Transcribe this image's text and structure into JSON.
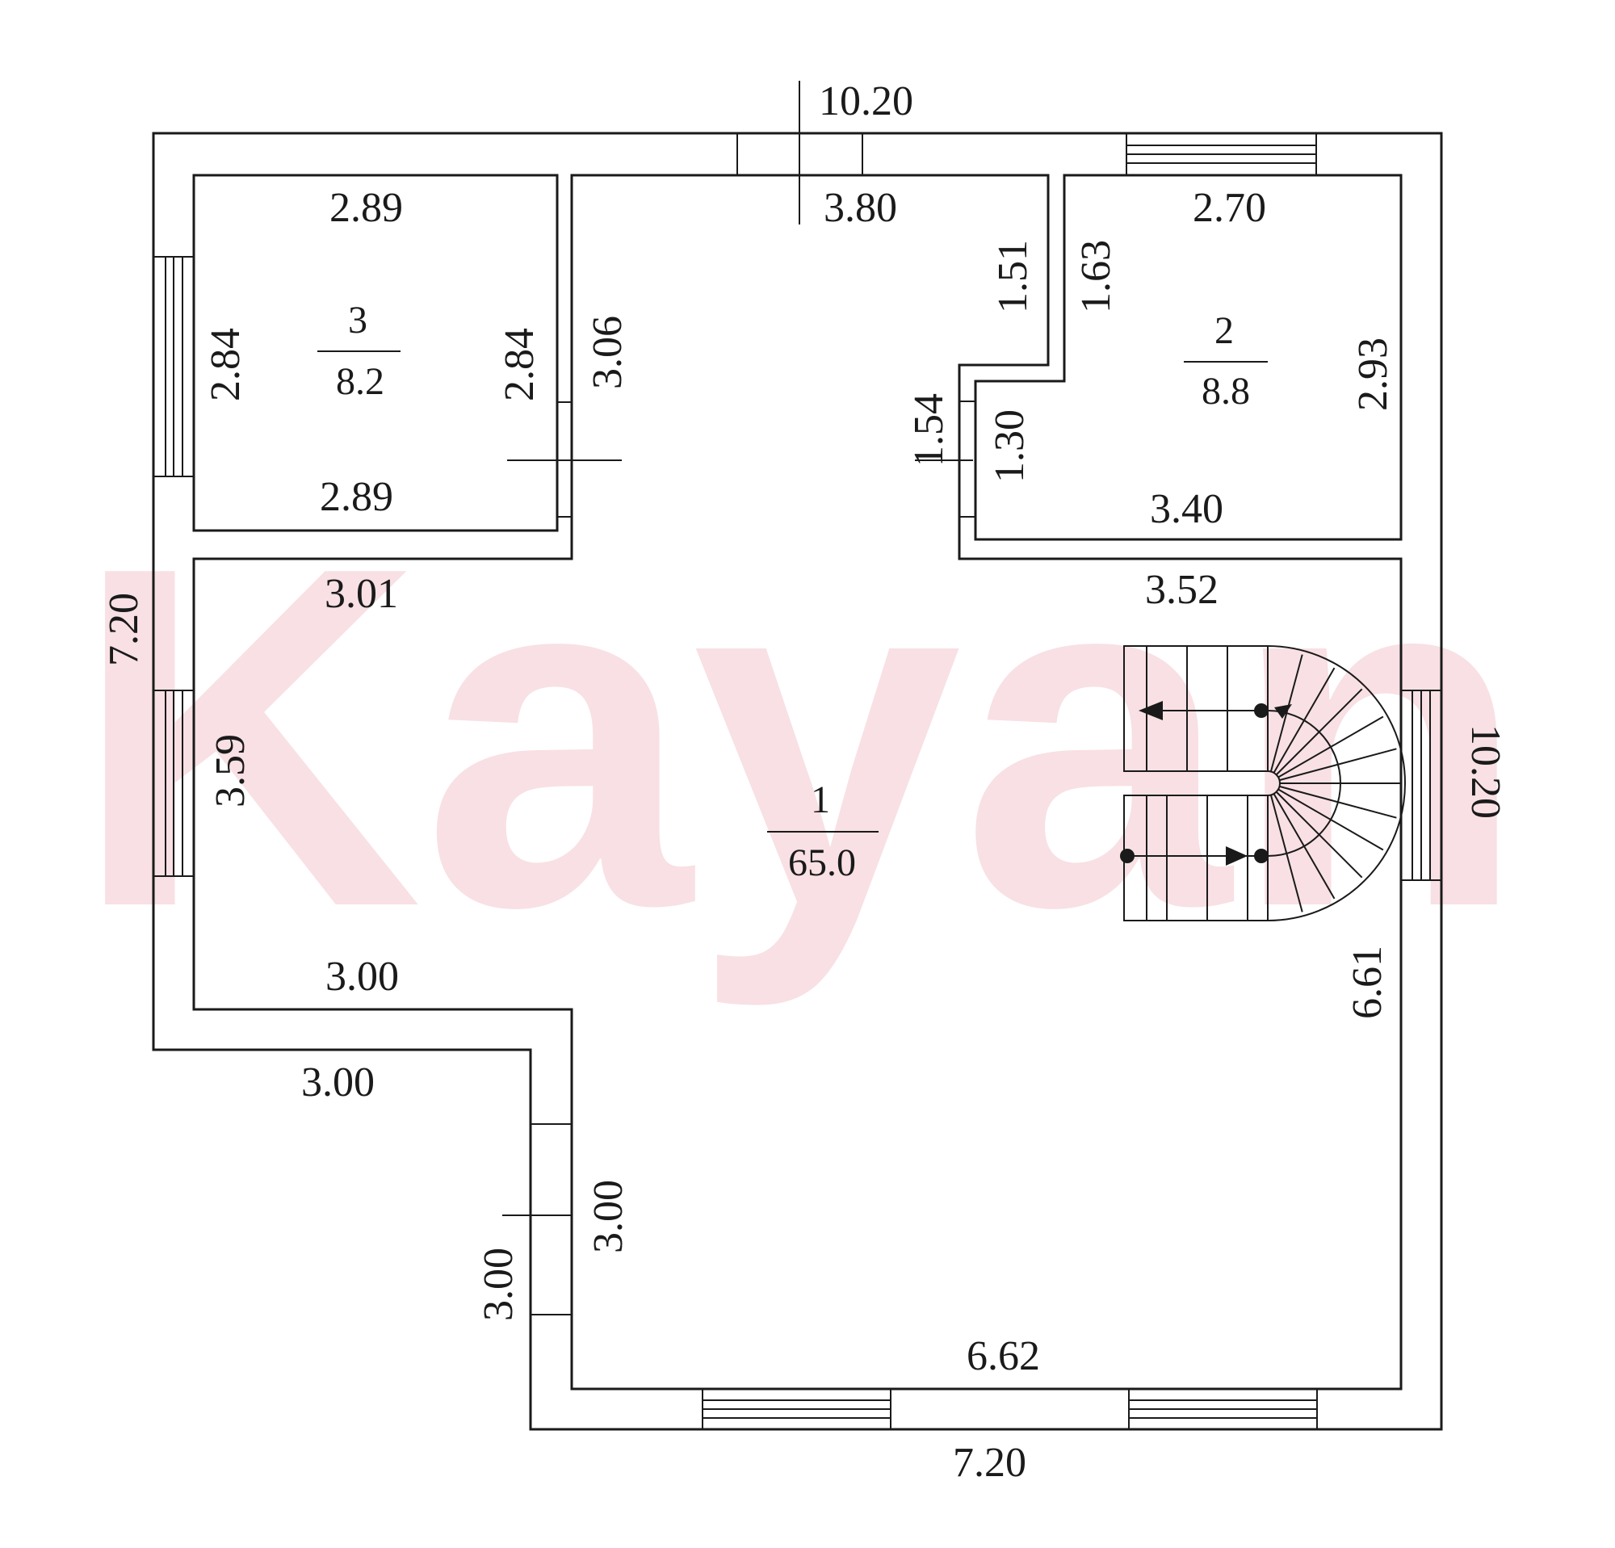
{
  "watermark": "Kayan",
  "rooms": [
    {
      "id": "1",
      "number": "1",
      "area": "65.0"
    },
    {
      "id": "2",
      "number": "2",
      "area": "8.8"
    },
    {
      "id": "3",
      "number": "3",
      "area": "8.2"
    }
  ],
  "dimensions": {
    "outer_top": "10.20",
    "outer_left": "7.20",
    "outer_right": "10.20",
    "outer_bottom": "7.20",
    "room3_top": "2.89",
    "room3_bottom": "2.89",
    "room3_left": "2.84",
    "room3_right": "2.84",
    "corridor_left": "3.06",
    "corridor_top": "3.80",
    "notch_left": "1.51",
    "notch_right": "1.63",
    "notch_lower_left": "1.54",
    "notch_lower_right": "1.30",
    "room2_top": "2.70",
    "room2_bottom": "3.40",
    "room2_right": "2.93",
    "hall_top_left": "3.01",
    "hall_top_right": "3.52",
    "hall_left": "3.59",
    "hall_step_inner": "3.00",
    "hall_step_outer": "3.00",
    "hall_step_vertical_inner": "3.00",
    "hall_step_vertical_outer": "3.00",
    "hall_right": "6.61",
    "hall_bottom": "6.62"
  }
}
